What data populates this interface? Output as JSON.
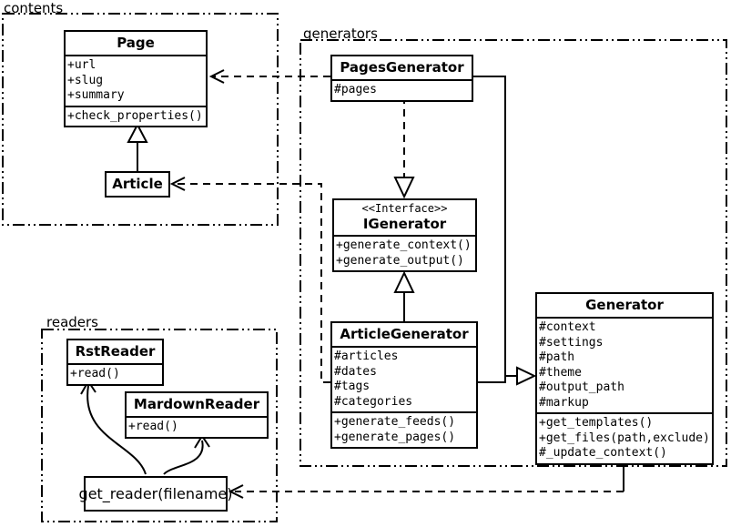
{
  "colors": {
    "line": "#000000",
    "background": "#ffffff",
    "box_fill": "#ffffff"
  },
  "packages": {
    "contents": {
      "label": "contents"
    },
    "generators": {
      "label": "generators"
    },
    "readers": {
      "label": "readers"
    }
  },
  "classes": {
    "page": {
      "name": "Page",
      "attributes": [
        "+url",
        "+slug",
        "+summary"
      ],
      "methods": [
        "+check_properties()"
      ]
    },
    "article": {
      "name": "Article"
    },
    "pages_generator": {
      "name": "PagesGenerator",
      "attributes": [
        "#pages"
      ]
    },
    "igenerator": {
      "stereotype": "<<Interface>>",
      "name": "IGenerator",
      "methods": [
        "+generate_context()",
        "+generate_output()"
      ]
    },
    "article_generator": {
      "name": "ArticleGenerator",
      "attributes": [
        "#articles",
        "#dates",
        "#tags",
        "#categories"
      ],
      "methods": [
        "+generate_feeds()",
        "+generate_pages()"
      ]
    },
    "generator": {
      "name": "Generator",
      "attributes": [
        "#context",
        "#settings",
        "#path",
        "#theme",
        "#output_path",
        "#markup"
      ],
      "methods": [
        "+get_templates()",
        "+get_files(path,exclude)",
        "#_update_context()"
      ]
    },
    "rst_reader": {
      "name": "RstReader",
      "methods": [
        "+read()"
      ]
    },
    "mardown_reader": {
      "name": "MardownReader",
      "methods": [
        "+read()"
      ]
    },
    "get_reader": {
      "label": "get_reader(filename)"
    }
  }
}
